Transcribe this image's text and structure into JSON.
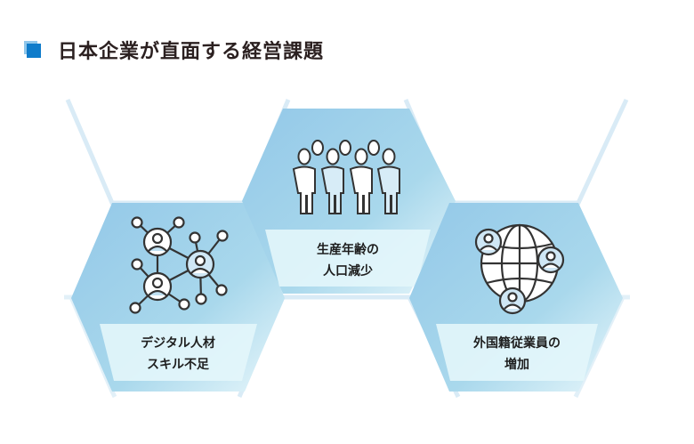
{
  "title": "日本企業が直面する経営課題",
  "colors": {
    "accent": "#0f7ccb",
    "hex_fill_start": "#97cbe9",
    "hex_fill_end": "#dff3f9",
    "label_fill": "#e3f6fb",
    "outline": "#cfe6f4",
    "icon_stroke": "#333333"
  },
  "issues": [
    {
      "icon": "network-people-icon",
      "line1": "デジタル人材",
      "line2": "スキル不足"
    },
    {
      "icon": "people-group-icon",
      "line1": "生産年齢の",
      "line2": "人口減少"
    },
    {
      "icon": "globe-people-icon",
      "line1": "外国籍従業員の",
      "line2": "増加"
    }
  ]
}
